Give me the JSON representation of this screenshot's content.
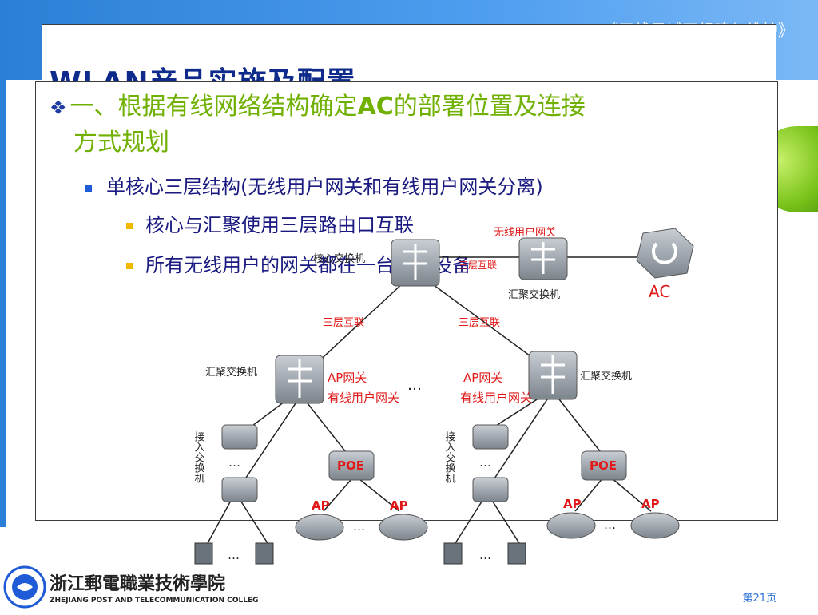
{
  "header": {
    "decoration": "《无线局域网组建与维护》",
    "title": "WLAN产品实施及配置"
  },
  "content": {
    "heading": "一、根据有线网络结构确定AC的部署位置及连接方式规划",
    "heading_part1": "一、根据有线网络结构确定",
    "heading_ac": "AC",
    "heading_part2": "的部署位置及连接",
    "heading_line2": "方式规划",
    "sub1": "单核心三层结构(无线用户网关和有线用户网关分离)",
    "sub2": "核心与汇聚使用三层路由口互联",
    "sub3": "所有无线用户的网关都在一台汇聚设备"
  },
  "diagram": {
    "core_switch": "核心交换机",
    "wireless_gateway": "无线用户网关",
    "layer3_link_top": "三层互联",
    "agg_switch_top": "汇聚交换机",
    "ac": "AC",
    "layer3_left": "三层互联",
    "layer3_right": "三层互联",
    "agg_left": "汇聚交换机",
    "agg_right": "汇聚交换机",
    "ap_gw_left_1": "AP网关",
    "ap_gw_left_2": "有线用户网关",
    "ap_gw_right_1": "AP网关",
    "ap_gw_right_2": "有线用户网关",
    "access_left": "接入交换机",
    "access_right": "接入交换机",
    "poe": "POE",
    "ap": "AP",
    "ellipsis": "…"
  },
  "footer": {
    "college_name": "ZHEJIANG POST AND TELECOMMUNICATION COLLEGE",
    "page_label": "第21页"
  },
  "colors": {
    "accent_green": "#6fb000",
    "navy": "#1a1a80",
    "red_label": "#e01818",
    "band_blue": "#2a7fd6"
  }
}
